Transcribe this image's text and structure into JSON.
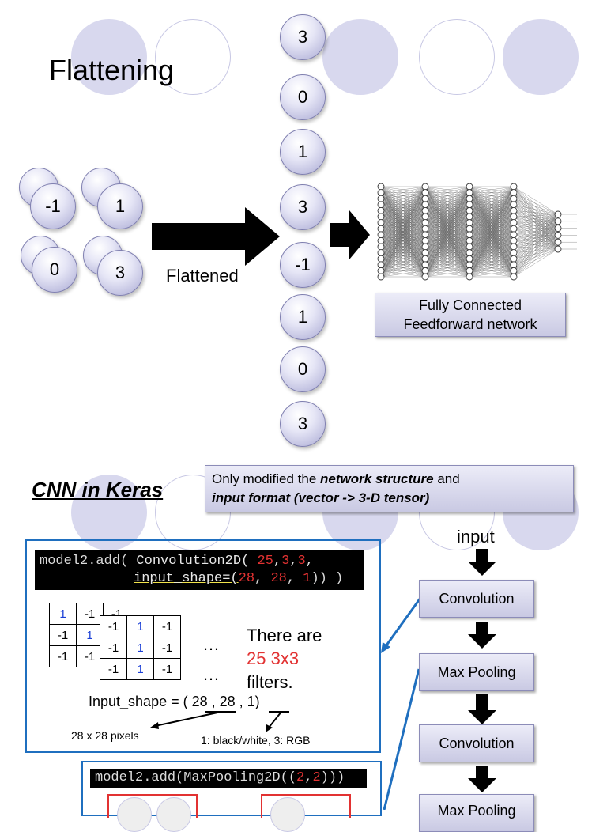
{
  "slide1": {
    "title": "Flattening",
    "grid_values": [
      "-1",
      "1",
      "0",
      "3"
    ],
    "flattened_label": "Flattened",
    "flattened_values": [
      "3",
      "0",
      "1",
      "3",
      "-1",
      "1",
      "0",
      "3"
    ],
    "fc_box": "Fully Connected Feedforward network"
  },
  "slide2": {
    "title": "CNN in Keras",
    "callout": {
      "prefix": "Only modified the ",
      "bold1": "network structure",
      "middle": " and",
      "bold2": "input format (vector -> 3-D tensor)"
    },
    "code1": {
      "call": "model2.add( ",
      "fn": "Convolution2D",
      "open": "( ",
      "n": "25",
      "c1": ",",
      "k1": "3",
      "c2": ",",
      "k2": "3",
      "c3": ",",
      "indent_shape": "input_shape=(",
      "s1": "28",
      "s_c1": ", ",
      "s2": "28",
      "s_c2": ", ",
      "s3": "1",
      "close": ")) )"
    },
    "filter_grid_front": [
      [
        "-1",
        "1",
        "-1"
      ],
      [
        "-1",
        "1",
        "-1"
      ],
      [
        "-1",
        "1",
        "-1"
      ]
    ],
    "filter_grid_back": [
      "1",
      "-1",
      "-1",
      "1",
      "-1",
      "-1"
    ],
    "ellipsis": "…",
    "there_are": "There are",
    "filters_count": "25 3x3",
    "filters_word": "filters.",
    "input_shape_text": "Input_shape = ( 28 , 28 , 1)",
    "pixels_label": "28 x 28 pixels",
    "channels_label": "1: black/white, 3: RGB",
    "code2": {
      "call": "model2.add(MaxPooling2D((",
      "a": "2",
      "comma": ",",
      "b": "2",
      "close": ")))"
    },
    "flow": {
      "input_label": "input",
      "steps": [
        "Convolution",
        "Max Pooling",
        "Convolution",
        "Max Pooling"
      ]
    }
  },
  "colors": {
    "accent_blue": "#1f6fbf",
    "red": "#e23232",
    "filter_blue": "#1a3fd6",
    "bubble_edge": "#8080b0"
  }
}
